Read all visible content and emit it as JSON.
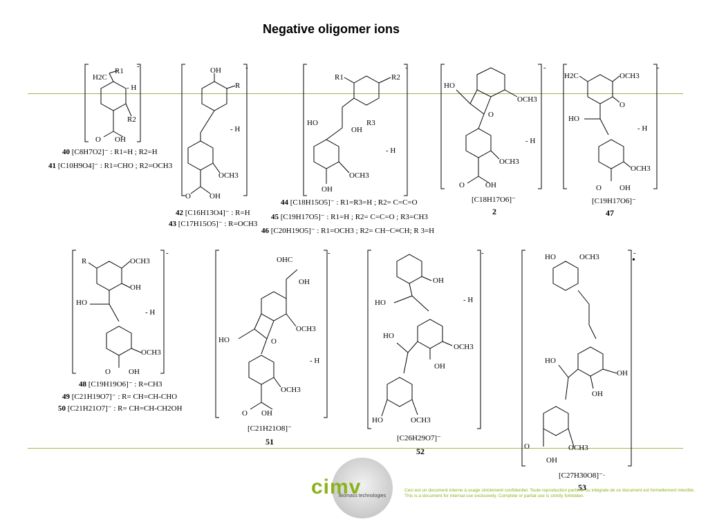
{
  "title": "Negative oligomer ions",
  "labels": {
    "s40": {
      "num": "40",
      "formula": "[C8H7O2]⁻ : R1=H ; R2=H"
    },
    "s41": {
      "num": "41",
      "formula": "[C10H9O4]⁻ : R1=CHO ; R2=OCH3"
    },
    "s42": {
      "num": "42",
      "formula": "[C16H13O4]⁻ : R=H"
    },
    "s43": {
      "num": "43",
      "formula": "[C17H15O5]⁻ : R=OCH3"
    },
    "s44": {
      "num": "44",
      "formula": "[C18H15O5]⁻ : R1=R3=H ; R2= C=C=O"
    },
    "s45": {
      "num": "45",
      "formula": "[C19H17O5]⁻ : R1=H ; R2= C=C=O ; R3=CH3"
    },
    "s46": {
      "num": "46",
      "formula": "[C20H19O5]⁻ : R1=OCH3 ; R2= CH−C≡CH; R 3=H"
    },
    "s2": {
      "num": "2",
      "formula": "[C18H17O6]⁻"
    },
    "s47": {
      "num": "47",
      "formula": "[C19H17O6]⁻"
    },
    "s48": {
      "num": "48",
      "formula": "[C19H19O6]⁻ : R=CH3"
    },
    "s49": {
      "num": "49",
      "formula": "[C21H19O7]⁻ : R= CH=CH-CHO"
    },
    "s50": {
      "num": "50",
      "formula": "[C21H21O7]⁻ : R= CH=CH-CH2OH"
    },
    "s51": {
      "num": "51",
      "formula": "[C21H21O8]⁻"
    },
    "s52": {
      "num": "52",
      "formula": "[C26H29O7]⁻"
    },
    "s53": {
      "num": "53",
      "formula": "[C27H30O8]⁻·"
    }
  },
  "atoms": {
    "r1": "R1",
    "r2": "R2",
    "r3": "R3",
    "r": "R",
    "h2c": "H2C",
    "oh": "OH",
    "o": "O",
    "ho": "HO",
    "och3": "OCH3",
    "minus_h": "- H",
    "charge": "-",
    "ohc": "OHC",
    "dot": "•"
  },
  "logo": {
    "name": "cimv",
    "sub": "Biomass technologies"
  },
  "disclaimer": "Ceci est un document interne à usage strictement confidentiel. Toute reproduction partielle ou intégrale de ce document est formellement interdite. This is a document for internal use exclusively. Complete or partial use is strictly forbidden.",
  "colors": {
    "rule": "#9ab84a",
    "brand": "#8bb21b"
  }
}
